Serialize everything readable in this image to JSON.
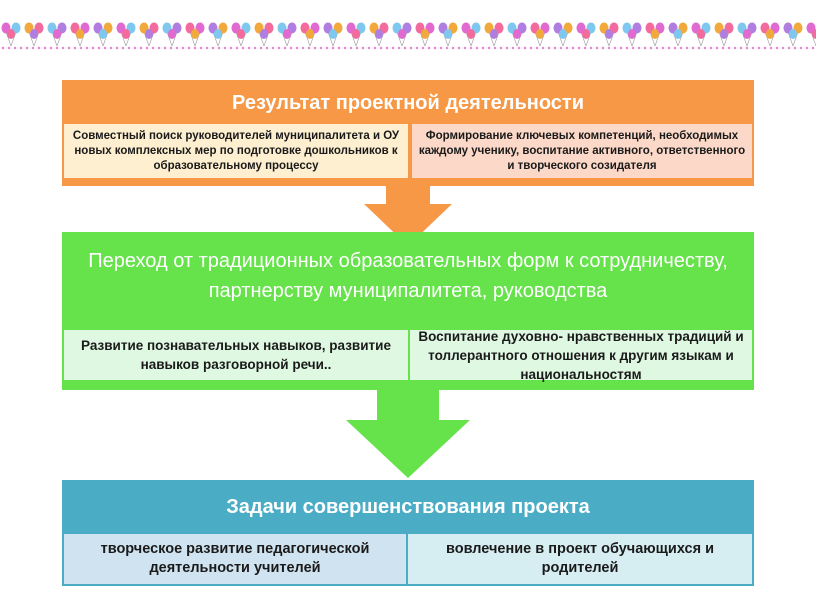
{
  "decor": {
    "border": "balloon-garland",
    "balloon_colors": [
      "#e06ad0",
      "#f2a93b",
      "#7ec8f0",
      "#f26b9c",
      "#b07ee0"
    ]
  },
  "colors": {
    "orange": "#f69846",
    "green": "#66e24b",
    "teal": "#4bacc6",
    "cell_yellow": "#fdefd0",
    "cell_peach": "#fbd8c7",
    "cell_light_green": "#dff8e2",
    "cell_light_teal": "#d6eef2",
    "cell_light_blue": "#cfe3f0"
  },
  "block1": {
    "title": "Результат  проектной деятельности",
    "left": "Совместный поиск  руководителей муниципалитета и ОУ новых комплексных мер по подготовке дошкольников  к образовательному процессу",
    "right": "Формирование ключевых компетенций, необходимых каждому ученику, воспитание активного, ответственного  и творческого созидателя"
  },
  "block2": {
    "title": "Переход  от традиционных образовательных форм к сотрудничеству, партнерству муниципалитета, руководства",
    "left": "Развитие познавательных навыков, развитие навыков разговорной речи..",
    "right": "Воспитание духовно- нравственных традиций и толлерантного отношения к другим языкам и национальностям"
  },
  "block3": {
    "title": "Задачи совершенствования проекта",
    "left": "творческое развитие педагогической  деятельности учителей",
    "right": "вовлечение в проект обучающихся и родителей"
  }
}
